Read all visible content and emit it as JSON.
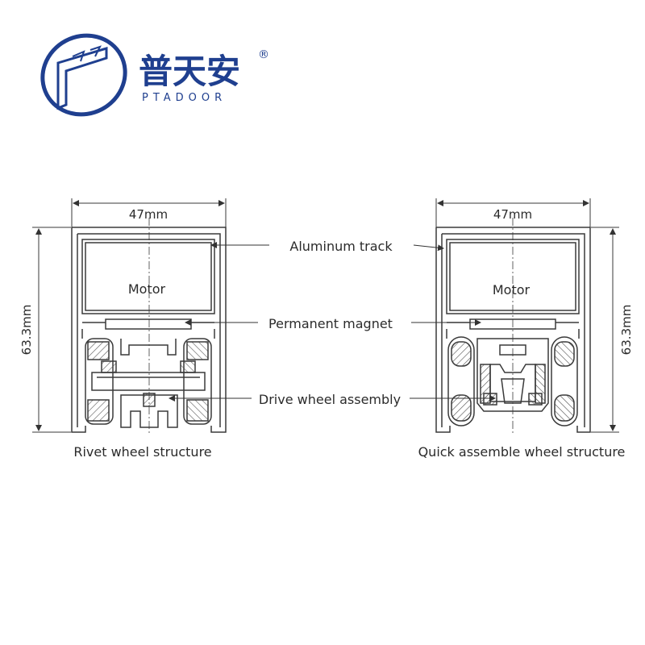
{
  "logo": {
    "chinese_name": "普天安",
    "english_name": "PTADOOR",
    "registered_mark": "®",
    "brand_color": "#1f3f8f"
  },
  "left_diagram": {
    "width_dimension": "47mm",
    "height_dimension": "63.3mm",
    "motor_label": "Motor",
    "caption": "Rivet wheel structure"
  },
  "right_diagram": {
    "width_dimension": "47mm",
    "height_dimension": "63.3mm",
    "motor_label": "Motor",
    "caption": "Quick assemble wheel structure"
  },
  "callouts": {
    "aluminum_track": "Aluminum track",
    "permanent_magnet": "Permanent magnet",
    "drive_wheel_assembly": "Drive wheel assembly"
  },
  "colors": {
    "line": "#3a3a3a",
    "hatch": "#555555"
  }
}
